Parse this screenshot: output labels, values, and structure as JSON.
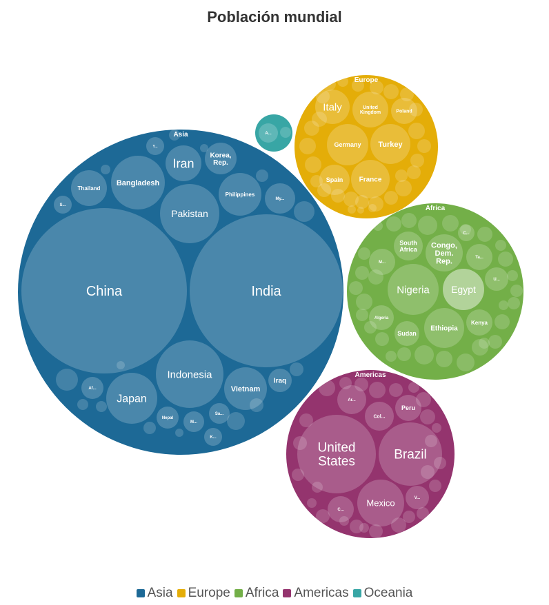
{
  "chart_data": {
    "type": "packed-bubble",
    "title": "Población mundial",
    "legend_position": "bottom",
    "groups": [
      {
        "name": "Asia",
        "color": "#1d6996",
        "countries": [
          "China",
          "India",
          "Indonesia",
          "Pakistan",
          "Bangladesh",
          "Japan",
          "Philippines",
          "Vietnam",
          "Iran",
          "Thailand",
          "Korea, Rep.",
          "Iraq",
          "Afghanistan",
          "Saudi Arabia",
          "Myanmar",
          "Malaysia",
          "Nepal",
          "Yemen",
          "Sri Lanka",
          "Kazakhstan"
        ],
        "labels": [
          "China",
          "India",
          "Indonesia",
          "Pakistan",
          "Bangladesh",
          "Japan",
          "Philippines",
          "Vietnam",
          "Iran",
          "Thailand",
          "Korea,\nRep.",
          "Iraq",
          "Af...",
          "Sa...",
          "My...",
          "M...",
          "Nepal",
          "Y...",
          "S...",
          "K..."
        ]
      },
      {
        "name": "Europe",
        "color": "#e4ad08",
        "countries": [
          "Germany",
          "Turkey",
          "France",
          "Italy",
          "United Kingdom",
          "Spain",
          "Poland"
        ],
        "labels": [
          "Germany",
          "Turkey",
          "France",
          "Italy",
          "United\nKingdom",
          "Spain",
          "Poland"
        ]
      },
      {
        "name": "Africa",
        "color": "#73af48",
        "countries": [
          "Nigeria",
          "Egypt",
          "Ethiopia",
          "Congo, Dem. Rep.",
          "South Africa",
          "Kenya",
          "Sudan",
          "Algeria",
          "Uganda",
          "Tanzania",
          "Morocco",
          "Cameroon"
        ],
        "labels": [
          "Nigeria",
          "Egypt",
          "Ethiopia",
          "Congo,\nDem.\nRep.",
          "South\nAfrica",
          "Kenya",
          "Sudan",
          "Algeria",
          "U...",
          "Ta...",
          "M...",
          "C..."
        ]
      },
      {
        "name": "Americas",
        "color": "#94346e",
        "countries": [
          "United States",
          "Brazil",
          "Mexico",
          "Colombia",
          "Argentina",
          "Peru",
          "Venezuela",
          "Canada"
        ],
        "labels": [
          "United\nStates",
          "Brazil",
          "Mexico",
          "Col...",
          "Ar...",
          "Peru",
          "V...",
          "C..."
        ]
      },
      {
        "name": "Oceania",
        "color": "#38a6a5",
        "countries": [
          "Australia"
        ],
        "labels": [
          "A..."
        ]
      }
    ]
  }
}
